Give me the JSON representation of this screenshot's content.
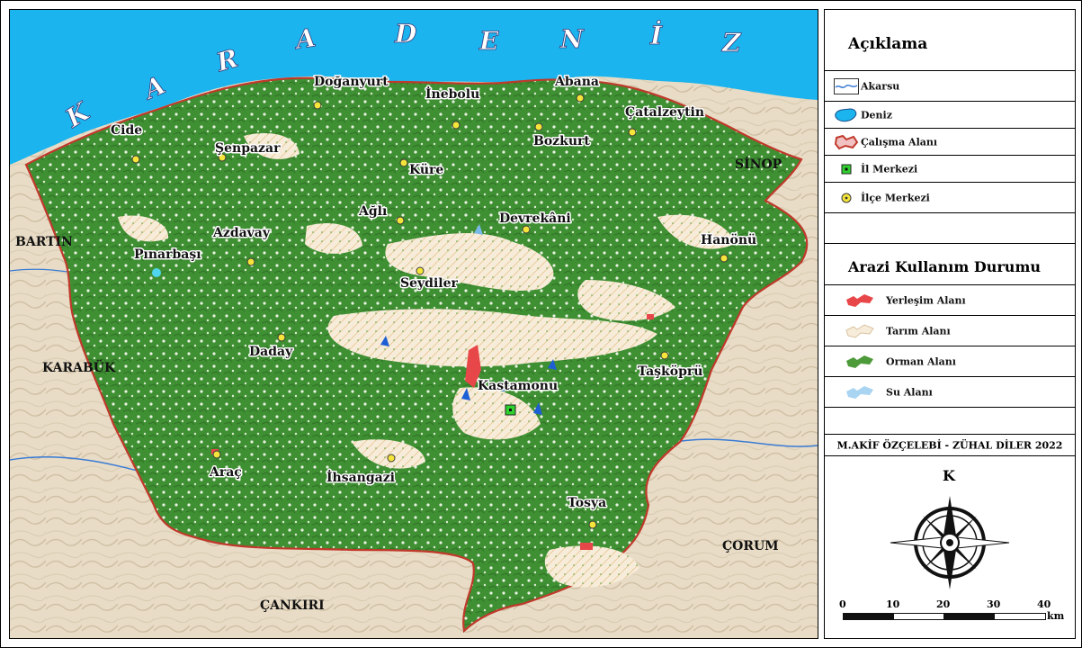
{
  "sea_letters": [
    "K",
    "A",
    "R",
    "A",
    "D",
    "E",
    "N",
    "İ",
    "Z"
  ],
  "provinces_around": {
    "bartin": "BARTIN",
    "karabuk": "KARABÜK",
    "sinop": "SİNOP",
    "corum": "ÇORUM",
    "cankiri": "ÇANKIRI"
  },
  "districts": {
    "cide": "Cide",
    "doganyurt": "Doğanyurt",
    "inebolu": "İnebolu",
    "abana": "Abana",
    "catalzeytin": "Çatalzeytin",
    "senpazar": "Şenpazar",
    "kure": "Küre",
    "bozkurt": "Bozkurt",
    "agli": "Ağlı",
    "devrekani": "Devrekâni",
    "azdavay": "Azdavay",
    "pinarbasi": "Pınarbaşı",
    "hanonu": "Hanönü",
    "seydiler": "Seydiler",
    "daday": "Daday",
    "kastamonu": "Kastamonu",
    "taskopru": "Taşköprü",
    "arac": "Araç",
    "ihsangazi": "İhsangazi",
    "tosya": "Tosya"
  },
  "legend": {
    "title": "Açıklama",
    "items": [
      {
        "label": "Akarsu",
        "icon": "river-line-icon"
      },
      {
        "label": "Deniz",
        "icon": "sea-icon"
      },
      {
        "label": "Çalışma Alanı",
        "icon": "study-area-icon"
      },
      {
        "label": "İl Merkezi",
        "icon": "province-center-icon"
      },
      {
        "label": "İlçe Merkezi",
        "icon": "district-center-icon"
      }
    ]
  },
  "landuse": {
    "title": "Arazi Kullanım Durumu",
    "items": [
      {
        "label": "Yerleşim Alanı",
        "color": "#e8474a"
      },
      {
        "label": "Tarım Alanı",
        "color": "#f7ecd9"
      },
      {
        "label": "Orman Alanı",
        "color": "#4d9a3a"
      },
      {
        "label": "Su Alanı",
        "color": "#a9d4f2"
      }
    ]
  },
  "credit": "M.AKİF ÖZÇELEBİ - ZÜHAL DİLER 2022",
  "north": "K",
  "scale": {
    "ticks": [
      "0",
      "10",
      "20",
      "30",
      "40"
    ],
    "unit": "km"
  },
  "colors": {
    "sea": "#1bb4ee",
    "forest": "#3f8f33",
    "background": "#e8dcc6",
    "border": "#c0392b"
  }
}
